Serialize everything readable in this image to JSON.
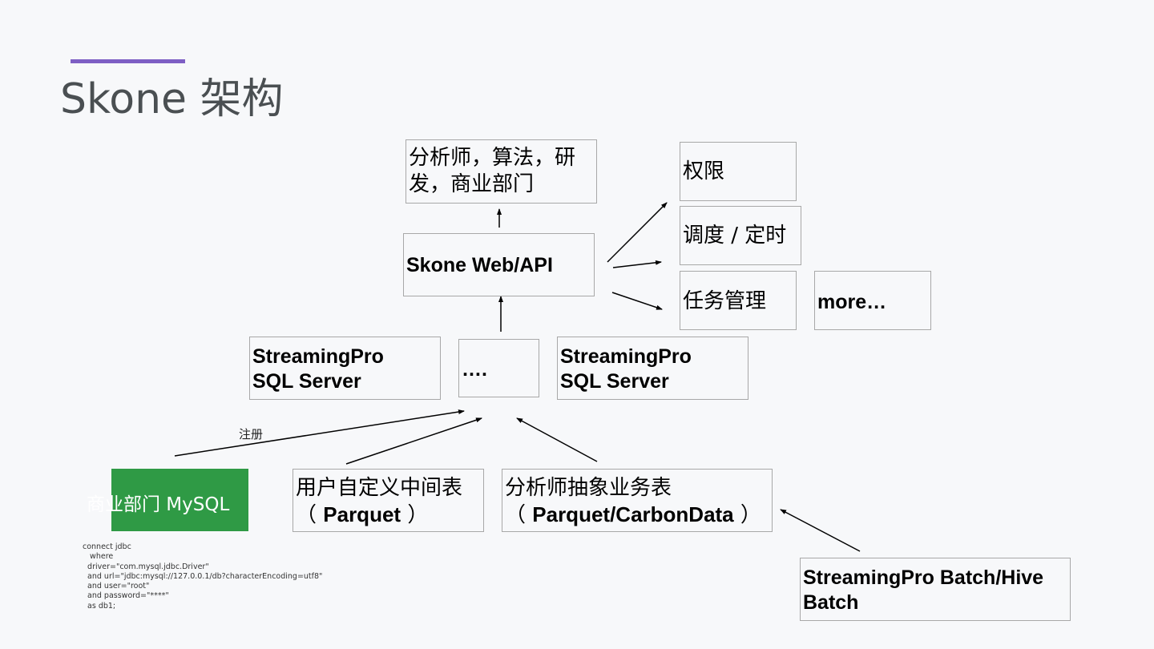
{
  "slide": {
    "title": "Skone 架构",
    "accent_color": "#7e5fc4"
  },
  "nodes": {
    "users": "分析师，算法，研\n发，商业部门",
    "web_api": "Skone Web/API",
    "permission": "权限",
    "scheduling": "调度 / 定时",
    "task_mgmt": "任务管理",
    "more": "more…",
    "sql_server_1": "StreamingPro\nSQL Server",
    "ellipsis": "….",
    "sql_server_2": "StreamingPro\nSQL Server",
    "mysql": "商业部门 MySQL",
    "mysql_color": "#2f9a45",
    "user_table": "用户自定义中间表\n（ Parquet ）",
    "analyst_table": "分析师抽象业务表\n（ Parquet/CarbonData ）",
    "batch": "StreamingPro Batch/Hive\nBatch"
  },
  "edges": {
    "register_label": "注册"
  },
  "code_snippet": "connect jdbc\n   where\n  driver=\"com.mysql.jdbc.Driver\"\n  and url=\"jdbc:mysql://127.0.0.1/db?characterEncoding=utf8\"\n  and user=\"root\"\n  and password=\"****\"\n  as db1;"
}
